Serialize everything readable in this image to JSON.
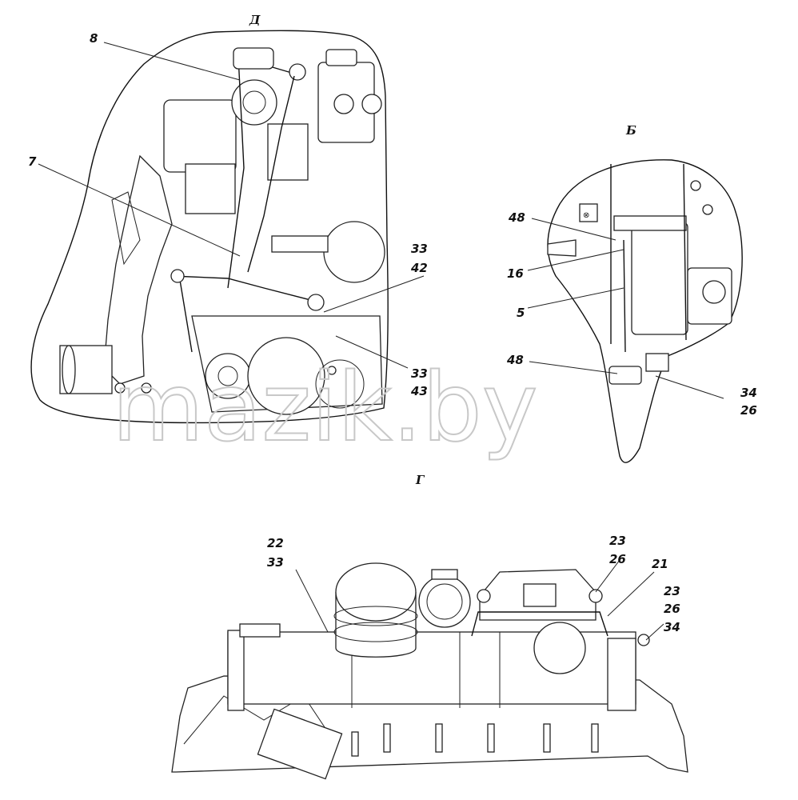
{
  "views": {
    "top_left": "Д",
    "right": "Б",
    "bottom": "Г"
  },
  "callouts": {
    "d_8": "8",
    "d_7": "7",
    "d_33a": "33",
    "d_42": "42",
    "d_33b": "33",
    "d_43": "43",
    "b_48a": "48",
    "b_16": "16",
    "b_5": "5",
    "b_48b": "48",
    "b_34": "34",
    "b_26": "26",
    "g_22": "22",
    "g_33": "33",
    "g_23a": "23",
    "g_26a": "26",
    "g_21": "21",
    "g_23b": "23",
    "g_26b": "26",
    "g_34": "34"
  },
  "watermark": "mazik.by"
}
